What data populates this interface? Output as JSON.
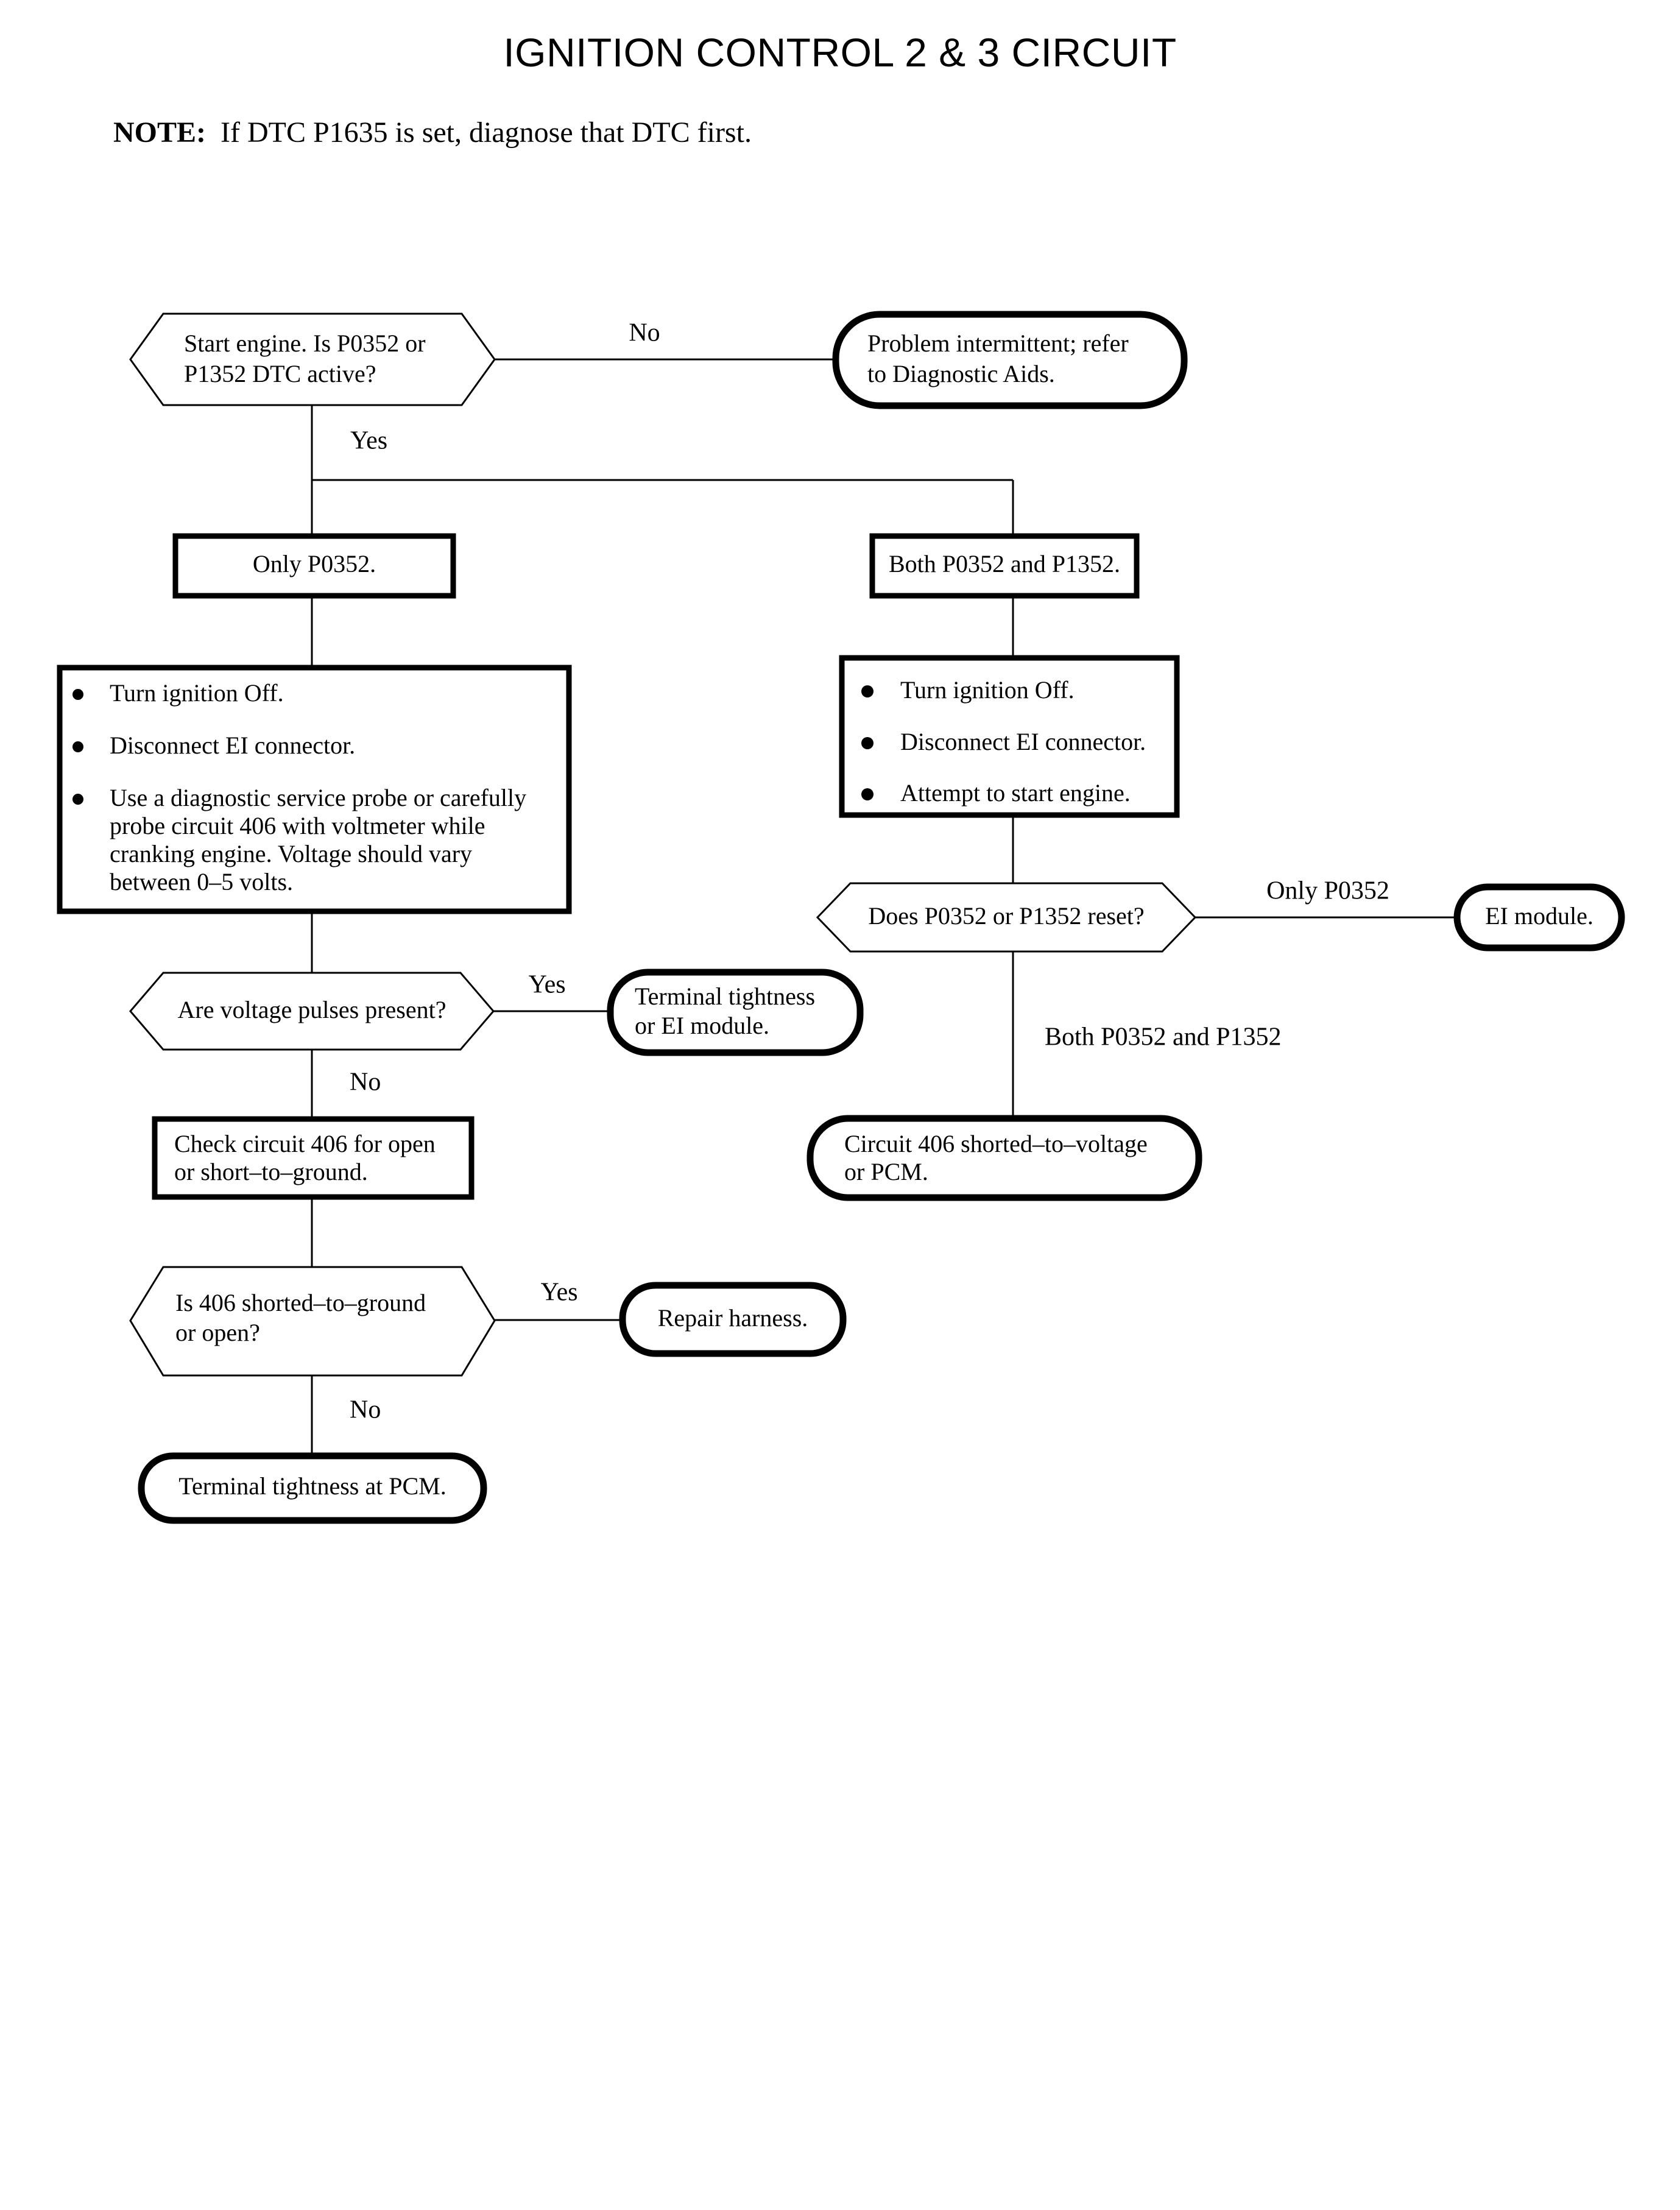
{
  "page": {
    "title": "IGNITION CONTROL 2 & 3 CIRCUIT",
    "note_label": "NOTE:",
    "note_text": "If DTC P1635 is set, diagnose that DTC first."
  },
  "colors": {
    "ink": "#000000",
    "paper": "#ffffff"
  },
  "chart_data": {
    "type": "diagram",
    "diagram_kind": "flowchart",
    "title": "IGNITION CONTROL 2 & 3 CIRCUIT",
    "nodes": [
      {
        "id": "q_start",
        "shape": "hexagon",
        "lines": [
          "Start engine. Is P0352 or",
          "P1352 DTC active?"
        ]
      },
      {
        "id": "t_intermittent",
        "shape": "terminator",
        "lines": [
          "Problem intermittent; refer",
          "to Diagnostic Aids."
        ]
      },
      {
        "id": "p_only",
        "shape": "process",
        "lines": [
          "Only P0352."
        ]
      },
      {
        "id": "p_both",
        "shape": "process",
        "lines": [
          "Both P0352 and P1352."
        ]
      },
      {
        "id": "p_left_steps",
        "shape": "process",
        "bullets": [
          "Turn ignition Off.",
          "Disconnect EI connector.",
          "Use a diagnostic service probe or carefully probe circuit 406 with voltmeter while cranking engine. Voltage should vary between 0–5 volts."
        ]
      },
      {
        "id": "p_right_steps",
        "shape": "process",
        "bullets": [
          "Turn ignition Off.",
          "Disconnect EI connector.",
          "Attempt to start engine."
        ]
      },
      {
        "id": "q_reset",
        "shape": "hexagon",
        "lines": [
          "Does P0352 or P1352 reset?"
        ]
      },
      {
        "id": "t_ei_module",
        "shape": "terminator",
        "lines": [
          "EI module."
        ]
      },
      {
        "id": "q_pulses",
        "shape": "hexagon",
        "lines": [
          "Are voltage pulses present?"
        ]
      },
      {
        "id": "t_tight_ei",
        "shape": "terminator",
        "lines": [
          "Terminal tightness",
          "or EI module."
        ]
      },
      {
        "id": "p_check_406",
        "shape": "process",
        "lines": [
          "Check circuit 406 for open",
          "or short–to–ground."
        ]
      },
      {
        "id": "t_shorted_pcm",
        "shape": "terminator",
        "lines": [
          "Circuit 406 shorted–to–voltage",
          "or PCM."
        ]
      },
      {
        "id": "q_406_short",
        "shape": "hexagon",
        "lines": [
          "Is 406 shorted–to–ground",
          "or open?"
        ]
      },
      {
        "id": "t_repair",
        "shape": "terminator",
        "lines": [
          "Repair harness."
        ]
      },
      {
        "id": "t_tight_pcm",
        "shape": "terminator",
        "lines": [
          "Terminal tightness at PCM."
        ]
      }
    ],
    "edges": [
      {
        "from": "q_start",
        "to": "t_intermittent",
        "label": "No"
      },
      {
        "from": "q_start",
        "to": "p_only",
        "label": "Yes"
      },
      {
        "from": "q_start",
        "to": "p_both",
        "label": ""
      },
      {
        "from": "p_only",
        "to": "p_left_steps",
        "label": ""
      },
      {
        "from": "p_left_steps",
        "to": "q_pulses",
        "label": ""
      },
      {
        "from": "q_pulses",
        "to": "t_tight_ei",
        "label": "Yes"
      },
      {
        "from": "q_pulses",
        "to": "p_check_406",
        "label": "No"
      },
      {
        "from": "p_check_406",
        "to": "q_406_short",
        "label": ""
      },
      {
        "from": "q_406_short",
        "to": "t_repair",
        "label": "Yes"
      },
      {
        "from": "q_406_short",
        "to": "t_tight_pcm",
        "label": "No"
      },
      {
        "from": "p_both",
        "to": "p_right_steps",
        "label": ""
      },
      {
        "from": "p_right_steps",
        "to": "q_reset",
        "label": ""
      },
      {
        "from": "q_reset",
        "to": "t_ei_module",
        "label": "Only P0352"
      },
      {
        "from": "q_reset",
        "to": "t_shorted_pcm",
        "label": "Both P0352 and P1352"
      }
    ]
  },
  "nodes": {
    "q_start": {
      "line1": "Start engine. Is P0352 or",
      "line2": "P1352 DTC active?"
    },
    "t_intermittent": {
      "line1": "Problem intermittent; refer",
      "line2": "to Diagnostic Aids."
    },
    "p_only": {
      "line1": "Only P0352."
    },
    "p_both": {
      "line1": "Both P0352 and P1352."
    },
    "p_left_steps": {
      "b1": "Turn ignition Off.",
      "b2": "Disconnect EI connector.",
      "b3_l1": "Use a diagnostic service probe or carefully",
      "b3_l2": "probe circuit 406 with voltmeter while",
      "b3_l3": "cranking engine. Voltage should vary",
      "b3_l4": "between 0–5 volts."
    },
    "p_right_steps": {
      "b1": "Turn ignition Off.",
      "b2": "Disconnect EI connector.",
      "b3": "Attempt to start engine."
    },
    "q_reset": {
      "line1": "Does P0352 or P1352 reset?"
    },
    "t_ei_module": {
      "line1": "EI module."
    },
    "q_pulses": {
      "line1": "Are voltage pulses present?"
    },
    "t_tight_ei": {
      "line1": "Terminal tightness",
      "line2": "or EI module."
    },
    "p_check_406": {
      "line1": "Check circuit 406 for open",
      "line2": "or short–to–ground."
    },
    "t_shorted_pcm": {
      "line1": "Circuit 406 shorted–to–voltage",
      "line2": "or PCM."
    },
    "q_406_short": {
      "line1": "Is 406 shorted–to–ground",
      "line2": "or open?"
    },
    "t_repair": {
      "line1": "Repair harness."
    },
    "t_tight_pcm": {
      "line1": "Terminal tightness at PCM."
    }
  },
  "edge_labels": {
    "start_no": "No",
    "start_yes": "Yes",
    "pulses_yes": "Yes",
    "pulses_no": "No",
    "short_yes": "Yes",
    "short_no": "No",
    "reset_only": "Only P0352",
    "reset_both": "Both P0352 and P1352"
  }
}
